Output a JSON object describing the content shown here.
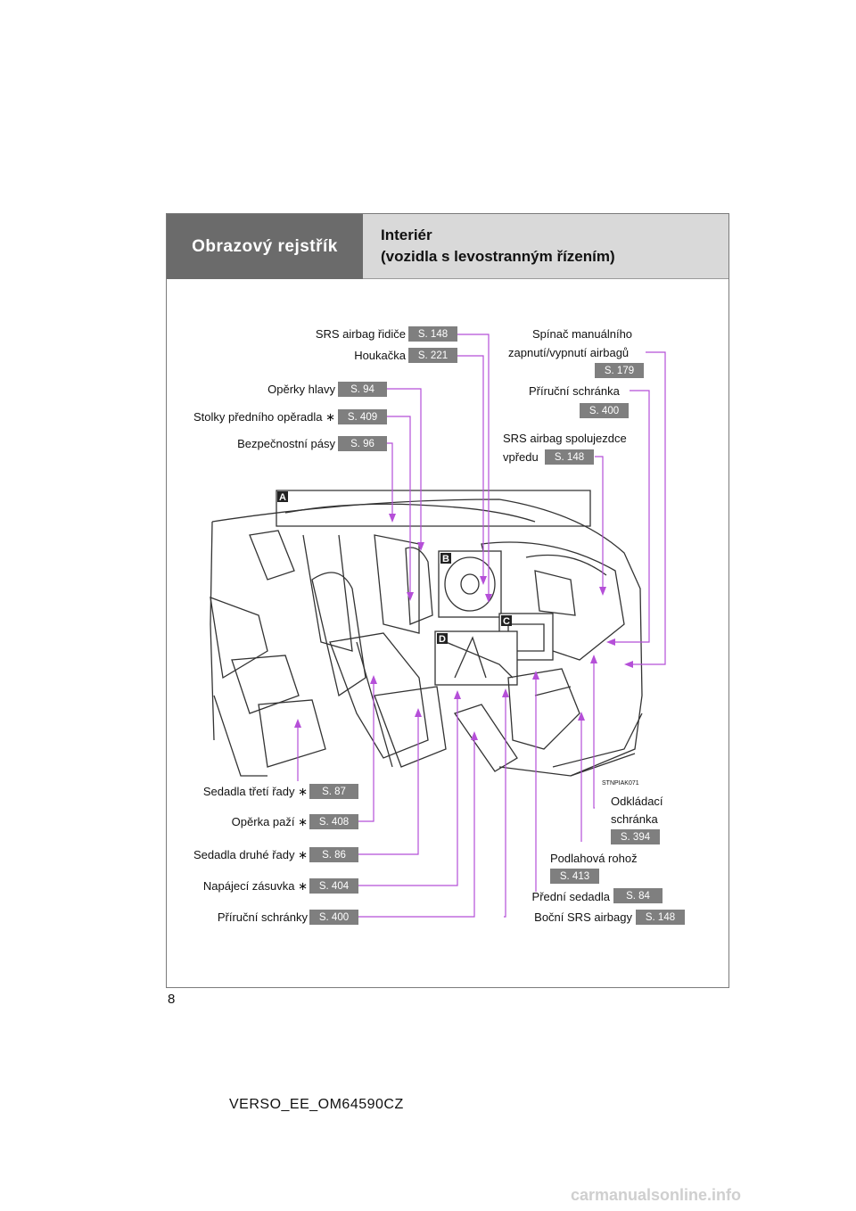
{
  "header": {
    "section": "Obrazový rejstřík",
    "title_line1": "Interiér",
    "title_line2": "(vozidla s levostranným řízením)"
  },
  "callouts": {
    "srs_driver": {
      "label": "SRS airbag řidiče",
      "ref": "S. 148"
    },
    "horn": {
      "label": "Houkačka",
      "ref": "S. 221"
    },
    "headrests": {
      "label": "Opěrky hlavy",
      "ref": "S. 94"
    },
    "seatback_tables": {
      "label": "Stolky předního opěradla ∗",
      "ref": "S. 409"
    },
    "seat_belts": {
      "label": "Bezpečnostní pásy",
      "ref": "S. 96"
    },
    "airbag_switch": {
      "label_line1": "Spínač manuálního",
      "label_line2": "zapnutí/vypnutí airbagů",
      "ref": "S. 179"
    },
    "glove_box": {
      "label": "Příruční schránka",
      "ref": "S. 400"
    },
    "srs_passenger": {
      "label_line1": "SRS airbag spolujezdce",
      "label_line2": "vpředu",
      "ref": "S. 148"
    },
    "third_row": {
      "label": "Sedadla třetí řady ∗",
      "ref": "S. 87"
    },
    "armrest": {
      "label": "Opěrka paží ∗",
      "ref": "S. 408"
    },
    "second_row": {
      "label": "Sedadla druhé řady ∗",
      "ref": "S. 86"
    },
    "power_outlet": {
      "label": "Napájecí zásuvka ∗",
      "ref": "S. 404"
    },
    "storage_boxes": {
      "label": "Příruční schránky",
      "ref": "S. 400"
    },
    "tray": {
      "label_line1": "Odkládací",
      "label_line2": "schránka",
      "ref": "S. 394"
    },
    "floor_mat": {
      "label": "Podlahová rohož",
      "ref": "S. 413"
    },
    "front_seats": {
      "label": "Přední sedadla",
      "ref": "S. 84"
    },
    "side_airbags": {
      "label": "Boční SRS airbagy",
      "ref": "S. 148"
    }
  },
  "illustration": {
    "code": "STNPIAK071",
    "markers": [
      "A",
      "B",
      "C",
      "D"
    ]
  },
  "page_number": "8",
  "footer": "VERSO_EE_OM64590CZ",
  "watermark": "carmanualsonline.info",
  "colors": {
    "leader": "#b54fd8",
    "ref_bg": "#7f7f7f",
    "header_dark": "#6b6b6b",
    "header_light": "#d9d9d9"
  }
}
